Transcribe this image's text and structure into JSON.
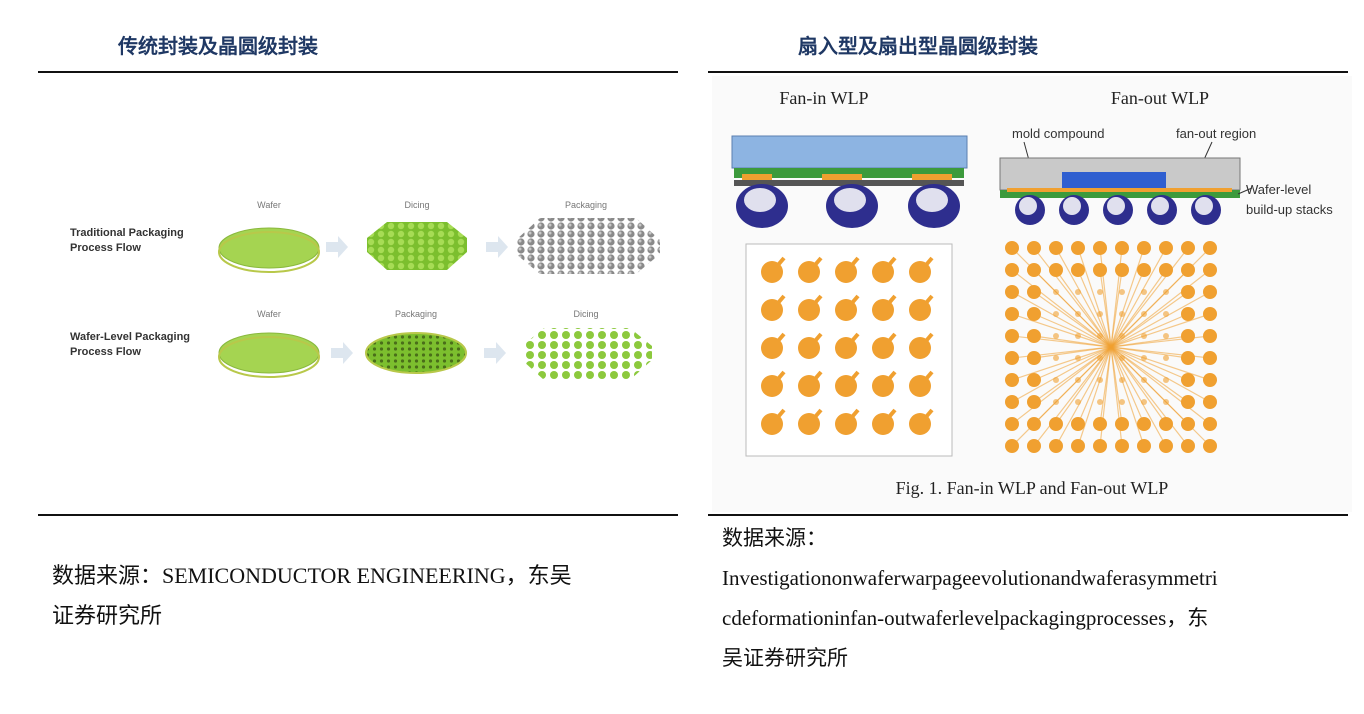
{
  "left_panel": {
    "title": "传统封装及晶圆级封装",
    "figure": {
      "row1_label_line1": "Traditional Packaging",
      "row1_label_line2": "Process Flow",
      "row1_steps": [
        "Wafer",
        "Dicing",
        "Packaging"
      ],
      "row2_label_line1": "Wafer-Level Packaging",
      "row2_label_line2": "Process Flow",
      "row2_steps": [
        "Wafer",
        "Packaging",
        "Dicing"
      ]
    },
    "source_line1": "数据来源：SEMICONDUCTOR ENGINEERING，东吴",
    "source_line2": "证券研究所"
  },
  "right_panel": {
    "title": "扇入型及扇出型晶圆级封装",
    "figure": {
      "fanin_title": "Fan-in WLP",
      "fanout_title": "Fan-out WLP",
      "mold_label": "mold compound",
      "fanout_region_label": "fan-out region",
      "wafer_level_label_line1": "Wafer-level",
      "wafer_level_label_line2": "build-up stacks",
      "caption": "Fig. 1.   Fan-in WLP and Fan-out WLP"
    },
    "source_line1": "数据来源：",
    "source_line2": "Investigationonwaferwarpageevolutionandwaferasymmetri",
    "source_line3": "cdeformationinfan-outwaferlevelpackagingprocesses，东",
    "source_line4": "吴证券研究所"
  },
  "colors": {
    "title": "#1f3864",
    "wafer_green": "#9bd04a",
    "pad_orange": "#f0a030",
    "die_blue": "#8db4e2",
    "bump_blue": "#3a3aa0"
  }
}
